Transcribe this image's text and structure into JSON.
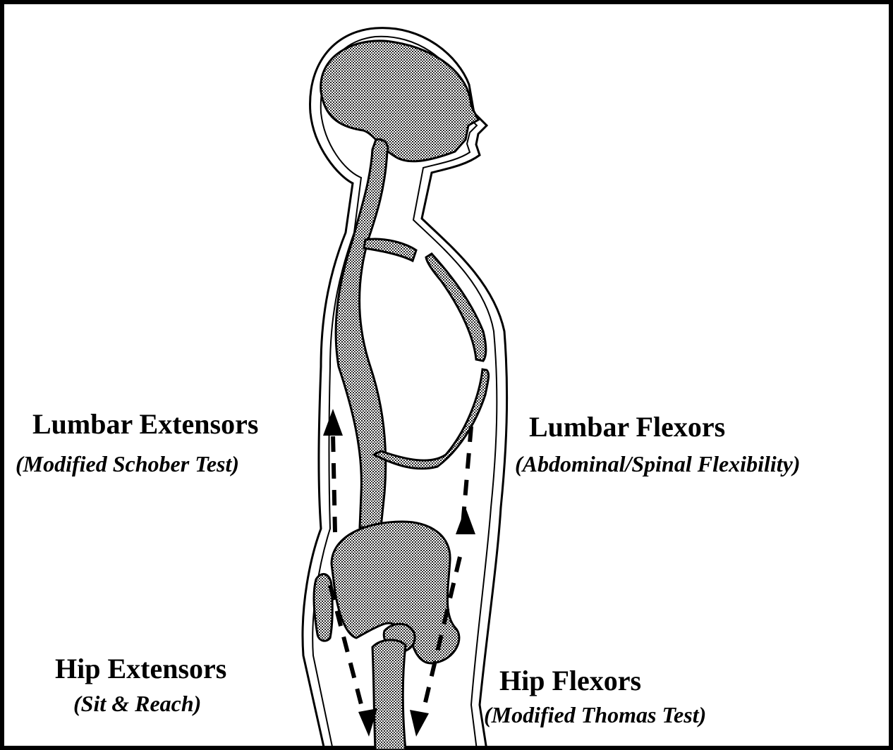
{
  "labels": {
    "lumbar_extensors": {
      "title": "Lumbar Extensors",
      "subtitle": "(Modified Schober Test)"
    },
    "lumbar_flexors": {
      "title": "Lumbar Flexors",
      "subtitle": "(Abdominal/Spinal Flexibility)"
    },
    "hip_extensors": {
      "title": "Hip Extensors",
      "subtitle": "(Sit & Reach)"
    },
    "hip_flexors": {
      "title": "Hip Flexors",
      "subtitle": "(Modified Thomas Test)"
    }
  },
  "colors": {
    "ink": "#000000",
    "bone_fill": "#9a9a9a",
    "background": "#ffffff"
  }
}
